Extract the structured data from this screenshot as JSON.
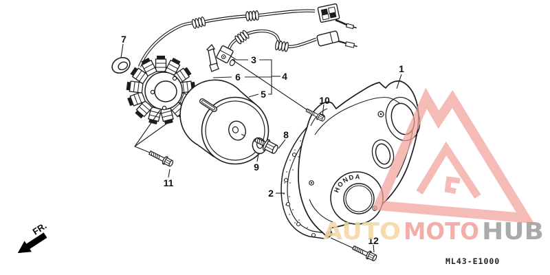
{
  "diagram": {
    "part_numbers": [
      "1",
      "2",
      "3",
      "4",
      "5",
      "6",
      "7",
      "8",
      "9",
      "10",
      "11",
      "12"
    ],
    "code": "ML43-E1000",
    "direction_label": "FR.",
    "part_brand_text": "HONDA"
  },
  "watermark": {
    "word_part_1": "AUTO",
    "word_part_2": "MOTO",
    "word_part_3": "HUB",
    "colors": {
      "accent": "#f2a19b",
      "gold": "#f3d7a0",
      "gray": "#9c9c9c"
    }
  }
}
